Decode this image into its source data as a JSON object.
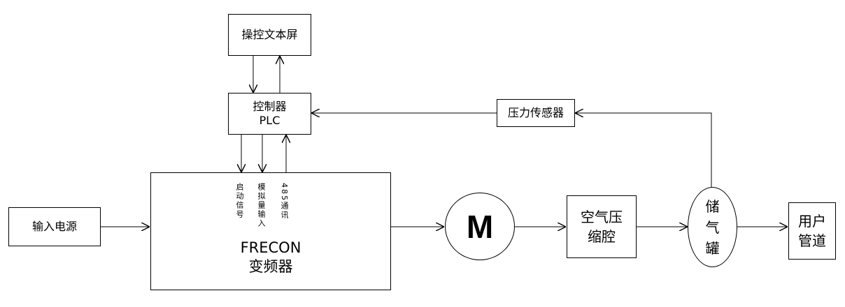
{
  "hmi": {
    "label": "操控文本屏"
  },
  "plc": {
    "line1": "控制器",
    "line2": "PLC"
  },
  "sensor": {
    "label": "压力传感器"
  },
  "power": {
    "label": "输入电源"
  },
  "vfd": {
    "line1": "FRECON",
    "line2": "变频器",
    "signals": [
      "启动信号",
      "模拟量输入",
      "485通讯"
    ]
  },
  "motor": {
    "label": "M"
  },
  "compressor": {
    "line1": "空气压",
    "line2": "缩腔"
  },
  "tank": {
    "line1": "储",
    "line2": "气",
    "line3": "罐"
  },
  "user_pipe": {
    "line1": "用户",
    "line2": "管道"
  }
}
